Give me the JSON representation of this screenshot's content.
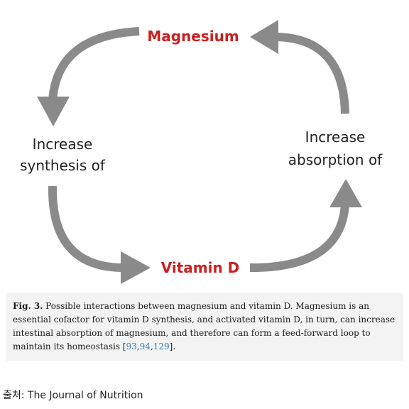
{
  "diagram": {
    "nodes": {
      "top": "Magnesium",
      "left_line1": "Increase",
      "left_line2": "synthesis of",
      "right_line1": "Increase",
      "right_line2": "absorption of",
      "bottom": "Vitamin D"
    },
    "colors": {
      "highlight": "#cc1f1f",
      "arrow": "#8a8a8a",
      "text": "#222222"
    },
    "arrow_icon": "curved-arrow-icon"
  },
  "caption": {
    "label": "Fig. 3.",
    "text": " Possible interactions between magnesium and vitamin D. Magnesium is an essential cofactor for vitamin D synthesis, and activated vitamin D, in turn, can increase intestinal absorption of magnesium, and therefore can form a feed-forward loop to maintain its homeostasis [",
    "refs": [
      "93",
      "94",
      "129"
    ],
    "ref_sep": ",",
    "close": "]."
  },
  "source": "출처: The Journal of Nutrition"
}
